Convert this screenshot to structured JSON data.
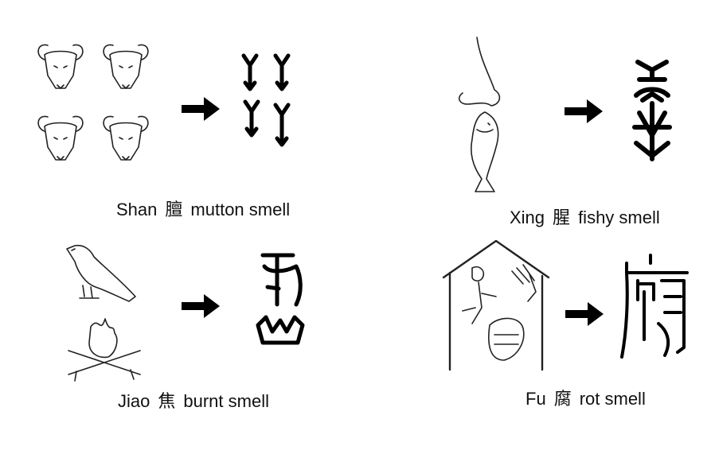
{
  "panels": [
    {
      "id": "shan",
      "pinyin": "Shan",
      "hanzi": "膻",
      "meaning": "mutton smell",
      "picture": "four-ram-heads",
      "glyph": "shan-oracle-glyph"
    },
    {
      "id": "xing",
      "pinyin": "Xing",
      "hanzi": "腥",
      "meaning": "fishy smell",
      "picture": "nose-and-fish",
      "glyph": "xing-oracle-glyph"
    },
    {
      "id": "jiao",
      "pinyin": "Jiao",
      "hanzi": "焦",
      "meaning": "burnt smell",
      "picture": "bird-over-fire",
      "glyph": "jiao-oracle-glyph"
    },
    {
      "id": "fu",
      "pinyin": "Fu",
      "hanzi": "腐",
      "meaning": "rot smell",
      "picture": "person-in-house-with-meat",
      "glyph": "fu-seal-glyph"
    }
  ],
  "arrow_icon": "right-arrow-icon"
}
